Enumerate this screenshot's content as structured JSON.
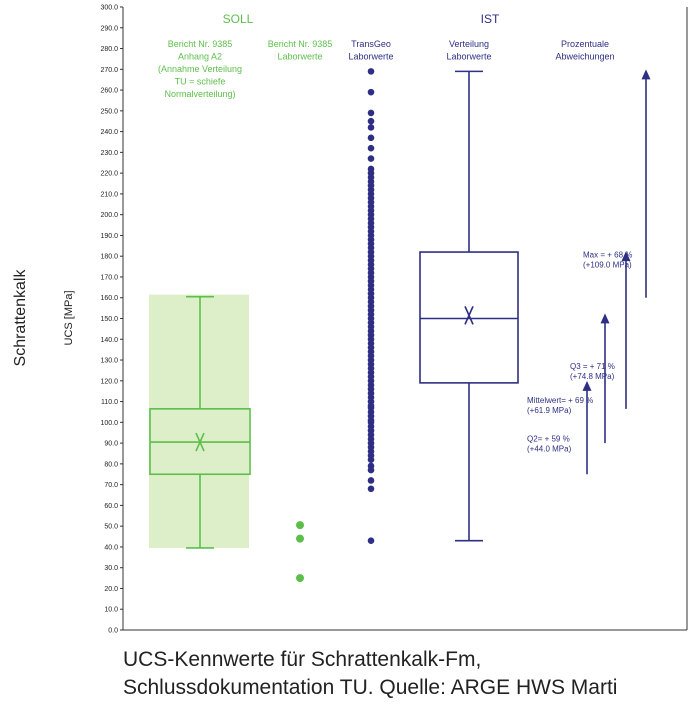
{
  "chart_data": {
    "type": "boxplot",
    "ylabel": "UCS [MPa]",
    "side_label": "Schrattenkalk",
    "ylim": [
      0,
      300
    ],
    "ytick_step": 10,
    "group_headers": {
      "soll": "SOLL",
      "ist": "IST"
    },
    "columns": [
      {
        "lines": [
          "Bericht Nr. 9385",
          "Anhang A2",
          "(Annahme Verteilung",
          "TU = schiefe",
          "Normalverteilung)"
        ]
      },
      {
        "lines": [
          "Bericht Nr. 9385",
          "Laborwerte"
        ]
      },
      {
        "lines": [
          "TransGeo",
          "Laborwerte"
        ]
      },
      {
        "lines": [
          "Verteilung",
          "Laborwerte"
        ]
      },
      {
        "lines": [
          "Prozentuale",
          "Abweichungen"
        ]
      }
    ],
    "soll_distribution": {
      "range_band": [
        39.5,
        161.5
      ],
      "whisker_min": 39.5,
      "q1": 75,
      "median": 90.5,
      "q3": 106.5,
      "whisker_max": 160.5,
      "mean": 90.5
    },
    "soll_lab_values": [
      25,
      44,
      50.5
    ],
    "transgeo_lab_values": [
      43,
      68,
      72,
      77,
      79,
      82,
      84,
      86,
      88,
      90,
      92,
      94,
      96,
      98,
      100,
      101,
      103,
      105,
      107,
      108,
      110,
      112,
      114,
      116,
      118,
      120,
      122,
      124,
      126,
      128,
      130,
      132,
      134,
      136,
      138,
      140,
      142,
      144,
      146,
      148,
      150,
      152,
      154,
      156,
      158,
      160,
      162,
      164,
      166,
      168,
      170,
      172,
      174,
      176,
      178,
      180,
      182,
      184,
      186,
      188,
      190,
      192,
      194,
      196,
      198,
      200,
      202,
      204,
      206,
      208,
      210,
      212,
      214,
      216,
      218,
      220,
      222,
      227,
      232,
      237,
      242,
      245,
      249,
      259,
      269
    ],
    "ist_distribution": {
      "whisker_min": 43,
      "q1": 119,
      "median": 150,
      "q3": 182,
      "whisker_max": 269,
      "mean": 151.5
    },
    "deviations": [
      {
        "label": "Q2= + 59 %",
        "sub": "(+44.0 MPa)",
        "from": 75,
        "to": 119
      },
      {
        "label": "Mittelwert= + 69 %",
        "sub": "(+61.9 MPa)",
        "from": 90,
        "to": 151.5
      },
      {
        "label": "Q3 = + 71 %",
        "sub": "(+74.8 MPa)",
        "from": 106.5,
        "to": 181.5
      },
      {
        "label": "Max = + 68 %",
        "sub": "(+109.0 MPa)",
        "from": 160,
        "to": 269
      }
    ],
    "colors": {
      "soll": "#5cbf4a",
      "soll_fill": "#dcefc9",
      "ist": "#2e2f84",
      "axis": "#333333"
    }
  },
  "caption": {
    "line1": "UCS-Kennwerte für Schrattenkalk-Fm,",
    "line2": "Schlussdokumentation TU. Quelle: ARGE HWS Marti"
  }
}
